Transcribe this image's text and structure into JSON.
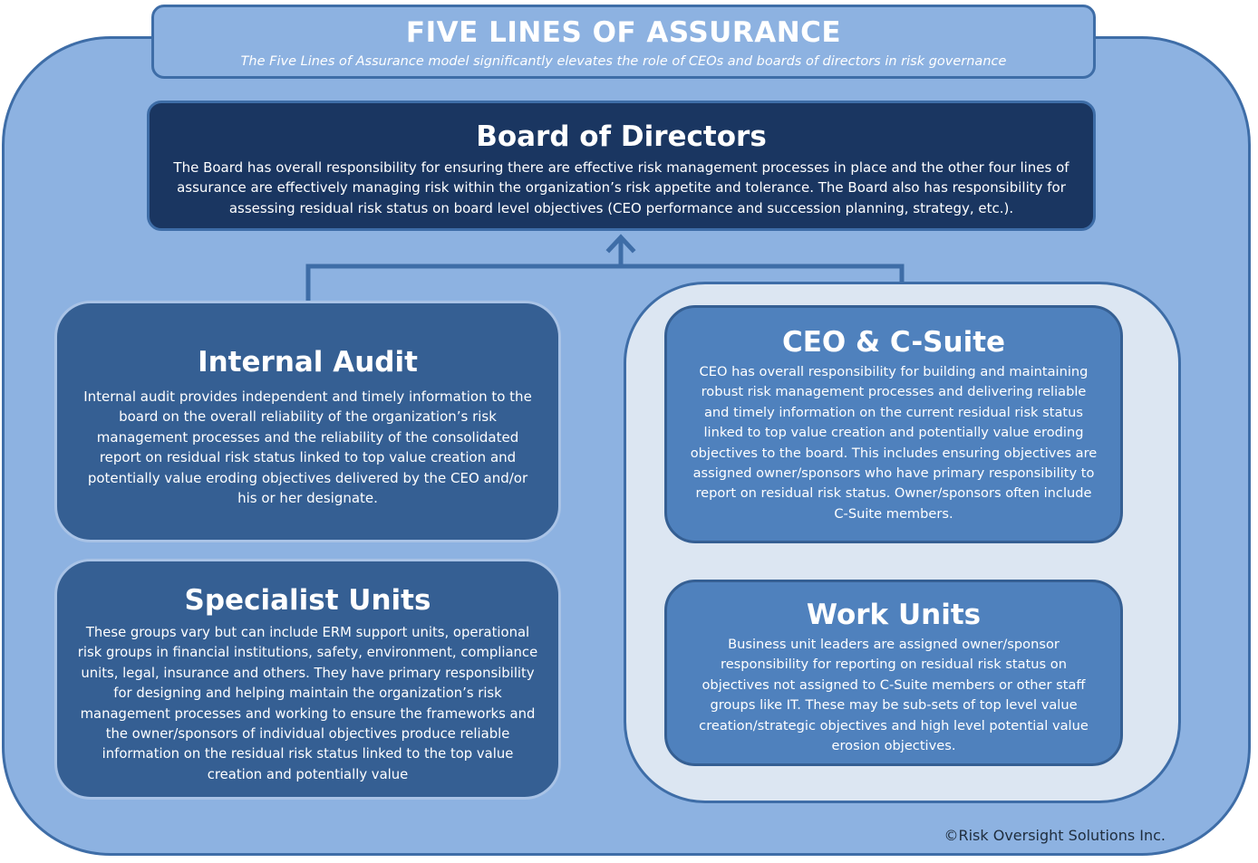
{
  "title": {
    "heading": "FIVE LINES OF ASSURANCE",
    "subtitle": "The Five Lines of Assurance model significantly elevates the role of CEOs and boards of directors in risk governance"
  },
  "board": {
    "heading": "Board of Directors",
    "text": "The Board has overall responsibility for ensuring there are effective risk management processes in place and the other four lines of assurance are effectively managing risk within the organization’s risk appetite and tolerance.  The Board also has responsibility for assessing residual risk status on board level objectives (CEO performance and succession planning, strategy, etc.)."
  },
  "internal_audit": {
    "heading": "Internal Audit",
    "text": "Internal audit provides independent and timely information to the board on the overall reliability of the organization’s risk management processes and the reliability of the consolidated report on residual risk status linked to top value creation and potentially value eroding objectives delivered by the CEO and/or his or her designate."
  },
  "specialist_units": {
    "heading": "Specialist Units",
    "text": "These groups vary but can include ERM support units, operational risk groups in financial institutions, safety, environment, compliance units, legal, insurance and others. They have primary responsibility for designing and helping maintain the organization’s risk management processes and working to ensure the frameworks and the owner/sponsors of individual objectives produce reliable information on the residual risk status linked to the top value creation and potentially value"
  },
  "ceo": {
    "heading": "CEO & C-Suite",
    "text": "CEO has overall responsibility for building and maintaining robust risk management processes and delivering reliable and timely information on the current residual risk status linked to top value creation and potentially value eroding objectives to the board.  This includes ensuring objectives are assigned owner/sponsors who have primary responsibility to report on residual risk status.  Owner/sponsors often include C-Suite members."
  },
  "work_units": {
    "heading": "Work Units",
    "text": "Business unit leaders are assigned owner/sponsor responsibility for reporting on residual risk status on objectives not assigned to C-Suite members or other staff groups like IT.  These may be sub-sets of top level value creation/strategic objectives and high level potential value erosion objectives."
  },
  "copyright": "©Risk Oversight Solutions Inc.",
  "colors": {
    "background": "#8DB2E1",
    "border": "#3E6DA7",
    "board_fill": "#1A3661",
    "dark_box_fill": "#355F93",
    "mid_box_fill": "#4F81BD",
    "right_panel_fill": "#DCE6F2"
  }
}
